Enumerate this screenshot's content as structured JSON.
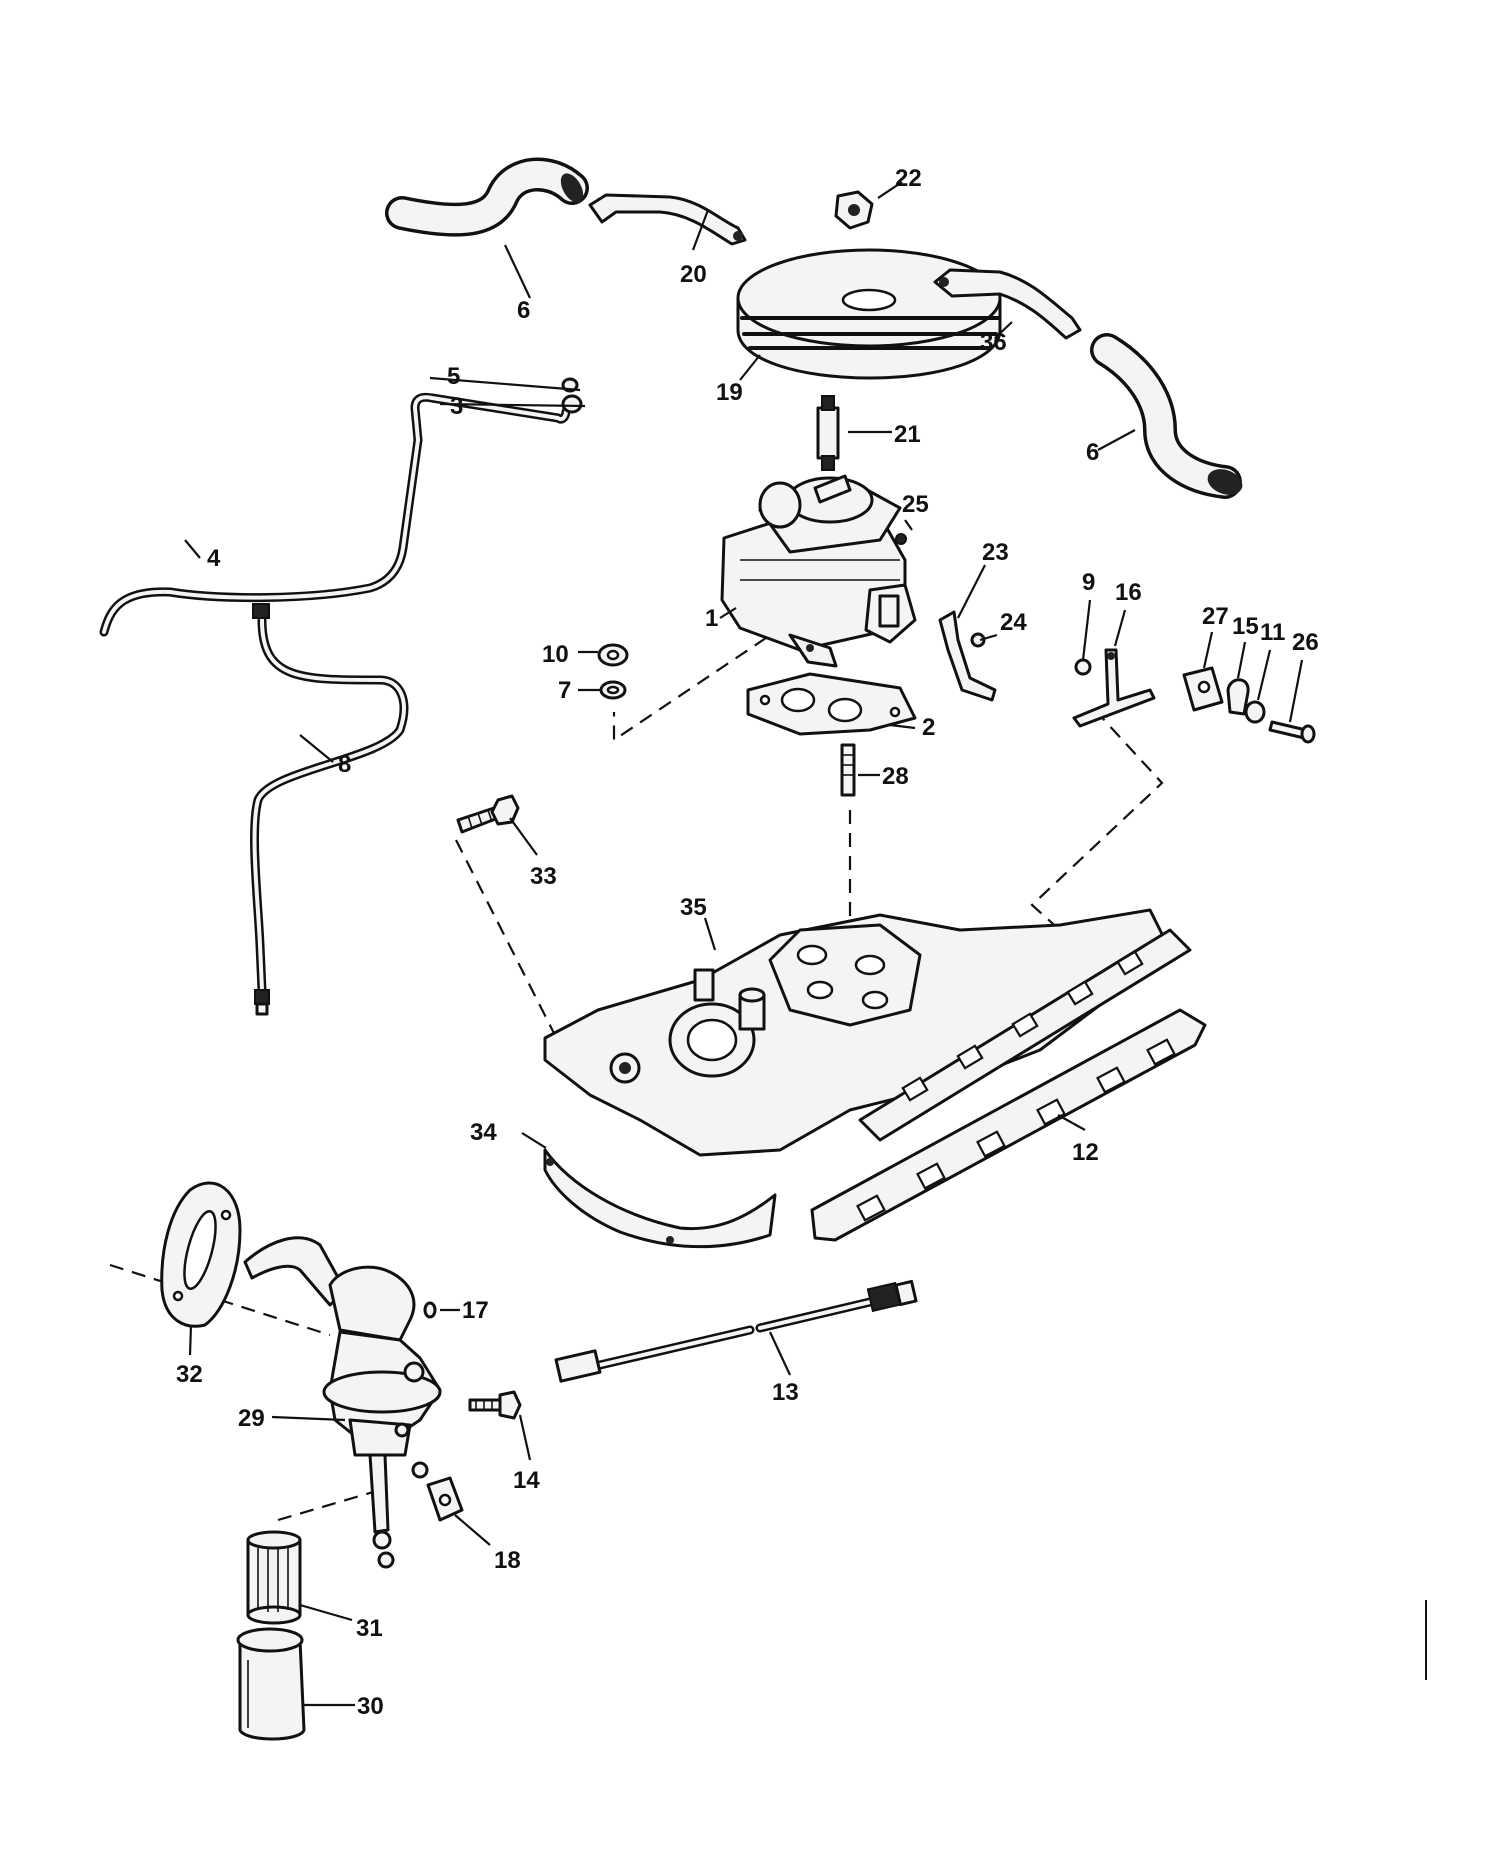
{
  "diagram": {
    "callouts": {
      "c1": "1",
      "c2": "2",
      "c3": "3",
      "c4": "4",
      "c5": "5",
      "c6a": "6",
      "c6b": "6",
      "c7": "7",
      "c8": "8",
      "c9": "9",
      "c10": "10",
      "c11": "11",
      "c12": "12",
      "c13": "13",
      "c14": "14",
      "c15": "15",
      "c16": "16",
      "c17": "17",
      "c18": "18",
      "c19": "19",
      "c20": "20",
      "c21": "21",
      "c22": "22",
      "c23": "23",
      "c24": "24",
      "c25": "25",
      "c26": "26",
      "c27": "27",
      "c28": "28",
      "c29": "29",
      "c30": "30",
      "c31": "31",
      "c32": "32",
      "c33": "33",
      "c34": "34",
      "c35": "35",
      "c36": "36"
    }
  }
}
